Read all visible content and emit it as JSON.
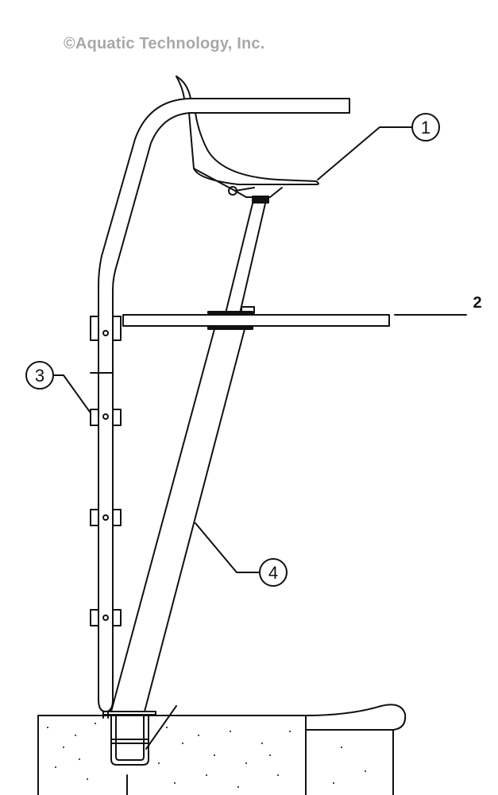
{
  "header": {
    "copyright": "©Aquatic Technology, Inc."
  },
  "callouts": [
    {
      "id": "1",
      "label": "1",
      "part": "seat"
    },
    {
      "id": "2",
      "label": "2",
      "part": "footrest-platform"
    },
    {
      "id": "3",
      "label": "3",
      "part": "ladder-step-bracket"
    },
    {
      "id": "4",
      "label": "4",
      "part": "support-post"
    }
  ],
  "colors": {
    "line": "#111111",
    "copyright": "#a8a8a8",
    "background": "#ffffff"
  }
}
